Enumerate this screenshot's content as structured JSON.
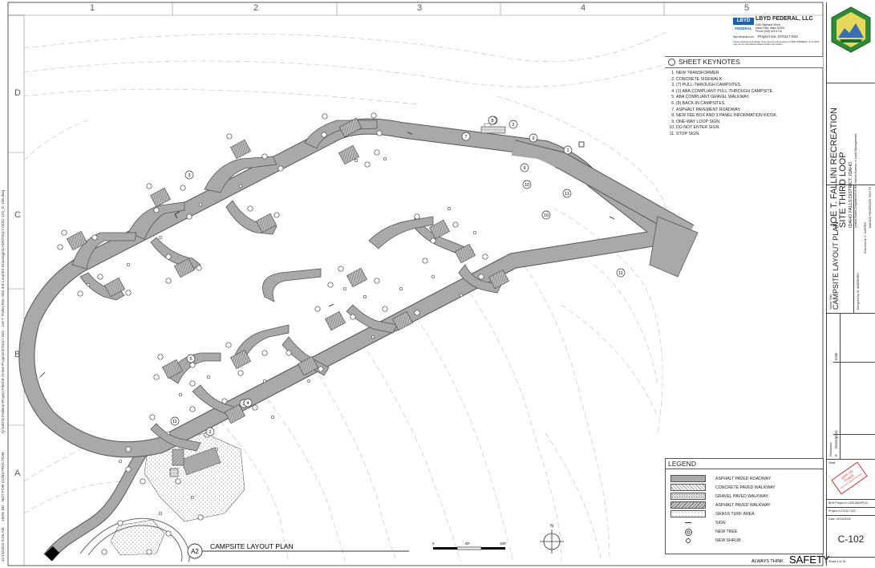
{
  "grid": {
    "columns": [
      "1",
      "2",
      "3",
      "4",
      "5"
    ],
    "rows": [
      "D",
      "C",
      "B",
      "A"
    ]
  },
  "company": {
    "name": "LBYD FEDERAL, LLC",
    "logo_top": "LBYD",
    "logo_bottom": "FEDERAL",
    "address_line1": "2420 Highland Street",
    "address_line2": "Idaho Falls, Idaho 83402",
    "phone": "Phone (208) 529-4716",
    "web": "lbyd-federal.com",
    "project_no": "Project No. 070117.022",
    "disclaimer": "These drawings and design intent are the sole property of LBYD FEDERAL, LLC which may not be reproduced without written permission."
  },
  "keynotes": {
    "title": "SHEET KEYNOTES",
    "items": [
      "NEW TRANSFORMER.",
      "CONCRETE SIDEWALK.",
      "(7) PULL-THROUGH CAMPSITES.",
      "(1) ABA-COMPLIANT PULL-THROUGH CAMPSITE.",
      "ABA COMPLIANT GRAVEL WALKWAY.",
      "(8) BACK-IN CAMPSITES.",
      "ASPHALT PAVEMENT ROADWAY.",
      "NEW FEE BOX AND 3 PANEL INFORMATION KIOSK.",
      "ONE-WAY LOOP SIGN.",
      "DO NOT ENTER SIGN.",
      "STOP SIGN."
    ]
  },
  "legend": {
    "title": "LEGEND",
    "items": [
      {
        "label": "ASPHALT PAVED ROADWAY",
        "kind": "asphalt"
      },
      {
        "label": "CONCRETE PAVED WALKWAY",
        "kind": "concrete"
      },
      {
        "label": "GRAVEL PAVED WALKWAY",
        "kind": "gravel"
      },
      {
        "label": "ASPHALT PAVED WALKWAY",
        "kind": "asphaltwalk"
      },
      {
        "label": "GRASS TURF AREA",
        "kind": "grass"
      },
      {
        "label": "SIGN",
        "kind": "sign"
      },
      {
        "label": "NEW TREE",
        "kind": "tree"
      },
      {
        "label": "NEW SHRUB",
        "kind": "shrub"
      }
    ]
  },
  "drawing": {
    "view_id": "A2",
    "title": "CAMPSITE LAYOUT PLAN",
    "north": "N",
    "scale_labels": [
      "0",
      "50'",
      "100'"
    ],
    "safety_small": "ALWAYS THINK",
    "safety_big": "SAFETY"
  },
  "left_margin": {
    "path": "Q:\\LBYD Federal Project Files\\9-Active Projects\\070117.022 - Joe T. Fallini Rec Site 3rd Loop\\03 Drawings\\CAD\\070117.022C-101_C-105.dwg",
    "status": "100% DD - NOT FOR CONSTRUCTION",
    "timestamp": "11/15/2022 9:25 AM"
  },
  "title_block": {
    "project_title": "JOE T. FALLINI RECREATION",
    "project_title2": "SITE THIRD LOOP",
    "district": "IDAHO FALLS DISTRICT, IDAHO",
    "agency": "United States Department of the Interior Bureau of Land Management",
    "location": "MACKAY RESERVOIR,   HWY 93",
    "sheet_title_label": "Sheet Title:",
    "sheet_title": "CAMPSITE LAYOUT PLAN",
    "designed_by": "Designed by: M. ANDERSEN",
    "checked_by": "Checked by: S. CARTER",
    "revisions_label": "Revisions:",
    "rev_cols": [
      "#",
      "Description",
      "Date"
    ],
    "seal_label": "Seal:",
    "stamp_lines": [
      "100% DD",
      "PHASE",
      "NOT FOR CONSTRUCTION"
    ],
    "blm_project": "BLM Project #  1405-0624P012",
    "project_no": "Project #  070117.022",
    "date": "Date:  02/14/2025",
    "sheet_number": "C-102",
    "sheet_of": "Sheet  4  of  18"
  },
  "callouts": [
    "1",
    "2",
    "3",
    "4",
    "5",
    "6",
    "7",
    "8",
    "9",
    "10",
    "11"
  ],
  "colors": {
    "asphalt": "#a9a9a9",
    "outline": "#555555",
    "contour": "#c4c4c4",
    "grass_stipple": "#888888",
    "stamp_red": "#d03030",
    "blm_green": "#2e8b3a"
  }
}
